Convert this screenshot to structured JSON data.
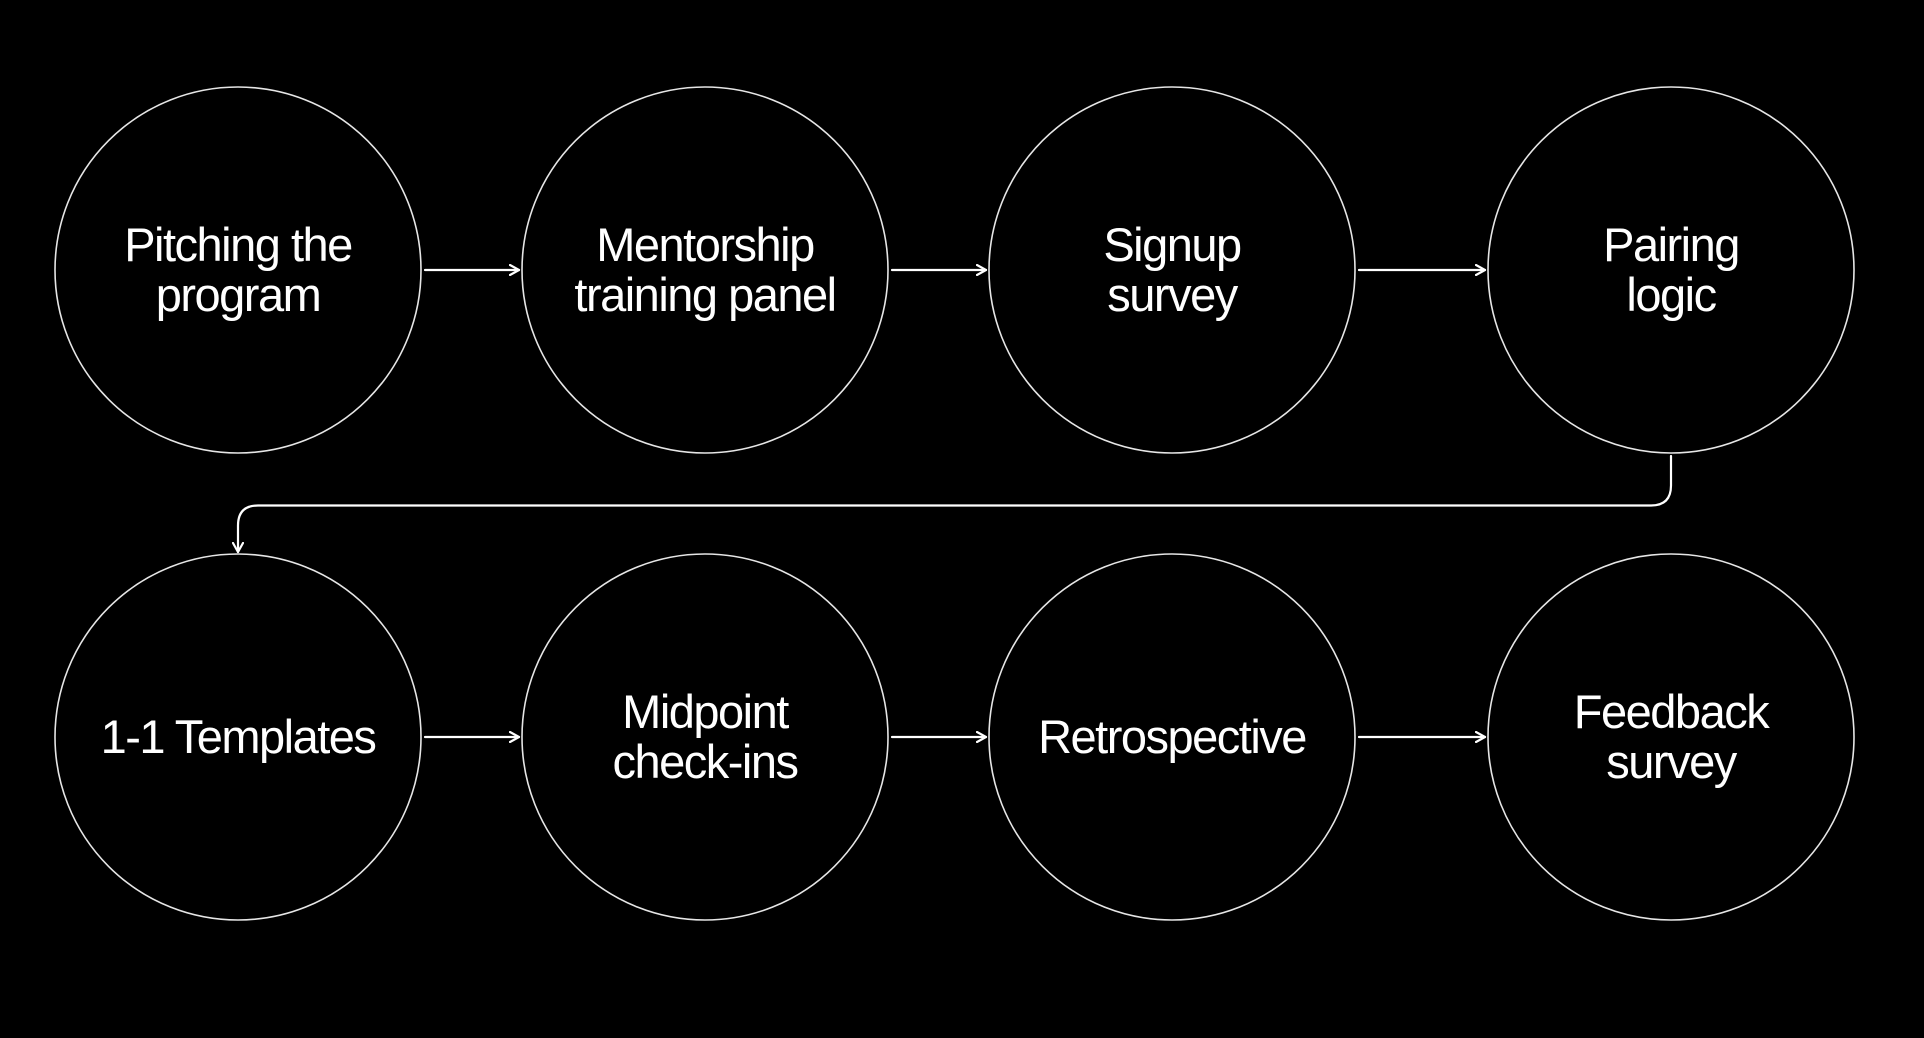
{
  "diagram": {
    "colors": {
      "background": "#000000",
      "circle_stroke": "#e6e6e6",
      "text": "#ffffff",
      "connector": "#ffffff"
    },
    "steps": [
      {
        "id": "pitching-the-program",
        "label_lines": [
          "Pitching the",
          "program"
        ]
      },
      {
        "id": "mentorship-training-panel",
        "label_lines": [
          "Mentorship",
          "training panel"
        ]
      },
      {
        "id": "signup-survey",
        "label_lines": [
          "Signup",
          "survey"
        ]
      },
      {
        "id": "pairing-logic",
        "label_lines": [
          "Pairing",
          "logic"
        ]
      },
      {
        "id": "one-on-one-templates",
        "label_lines": [
          "1-1 Templates"
        ]
      },
      {
        "id": "midpoint-check-ins",
        "label_lines": [
          "Midpoint",
          "check-ins"
        ]
      },
      {
        "id": "retrospective",
        "label_lines": [
          "Retrospective"
        ]
      },
      {
        "id": "feedback-survey",
        "label_lines": [
          "Feedback",
          "survey"
        ]
      }
    ],
    "connections": [
      {
        "from": 0,
        "to": 1
      },
      {
        "from": 1,
        "to": 2
      },
      {
        "from": 2,
        "to": 3
      },
      {
        "from": 3,
        "to": 4
      },
      {
        "from": 4,
        "to": 5
      },
      {
        "from": 5,
        "to": 6
      },
      {
        "from": 6,
        "to": 7
      }
    ]
  }
}
